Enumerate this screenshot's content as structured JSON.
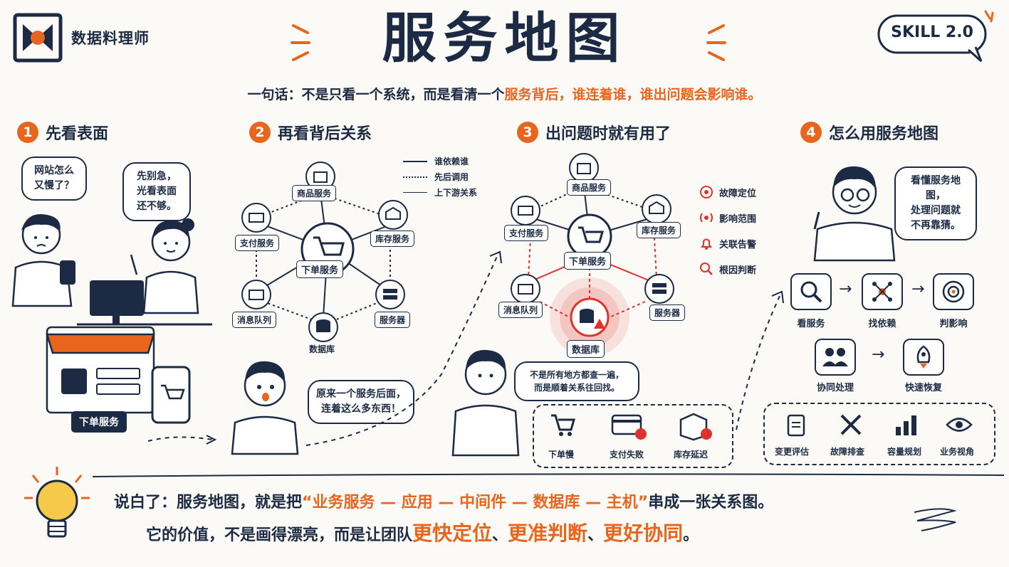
{
  "header": {
    "brand": "数据料理师",
    "title": "服务地图",
    "badge": "SKILL 2.0",
    "tagline_prefix": "一句话：不是只看一个系统，而是看清一个",
    "tagline_highlight": "服务背后，谁连着谁，谁出问题会影响谁。"
  },
  "sections": [
    {
      "num": "1",
      "title": "先看表面"
    },
    {
      "num": "2",
      "title": "再看背后关系"
    },
    {
      "num": "3",
      "title": "出问题时就有用了"
    },
    {
      "num": "4",
      "title": "怎么用服务地图"
    }
  ],
  "section1": {
    "bubble_user": "网站怎么\n又慢了？",
    "bubble_support": "先别急，\n光看表面\n还不够。",
    "shop_label": "下单服务"
  },
  "section2": {
    "legend": [
      "谁依赖谁",
      "先后调用",
      "上下游关系"
    ],
    "nodes": {
      "center": "下单服务",
      "product": "商品服务",
      "payment": "支付服务",
      "inventory": "库存服务",
      "queue": "消息队列",
      "server": "服务器",
      "db": "数据库"
    },
    "bubble": "原来一个服务后面，\n连着这么多东西！"
  },
  "section3": {
    "nodes": {
      "center": "下单服务",
      "product": "商品服务",
      "payment": "支付服务",
      "inventory": "库存服务",
      "queue": "消息队列",
      "server": "服务器",
      "db": "数据库"
    },
    "side_items": [
      "故障定位",
      "影响范围",
      "关联告警",
      "根因判断"
    ],
    "bubble": "不是所有地方都查一遍，\n而是顺着关系往回找。",
    "symptoms": [
      "下单慢",
      "支付失败",
      "库存延迟"
    ]
  },
  "section4": {
    "bubble": "看懂服务地图，\n处理问题就\n不再靠猜。",
    "steps": [
      "看服务",
      "找依赖",
      "判影响",
      "协同处理",
      "快速恢复"
    ],
    "uses": [
      "变更评估",
      "故障排查",
      "容量规划",
      "业务视角"
    ]
  },
  "summary": {
    "line1_prefix": "说白了：服务地图，就是把",
    "line1_highlight": "“业务服务 — 应用 — 中间件 — 数据库 — 主机”",
    "line1_suffix": "串成一张关系图。",
    "line2_prefix": "它的价值，不是画得漂亮，而是让团队",
    "line2_h1": "更快定位",
    "line2_sep1": "、",
    "line2_h2": "更准判断",
    "line2_sep2": "、",
    "line2_h3": "更好协同",
    "line2_end": "。"
  },
  "colors": {
    "ink": "#1c2a44",
    "accent": "#e8651d",
    "alert": "#e0312b"
  }
}
